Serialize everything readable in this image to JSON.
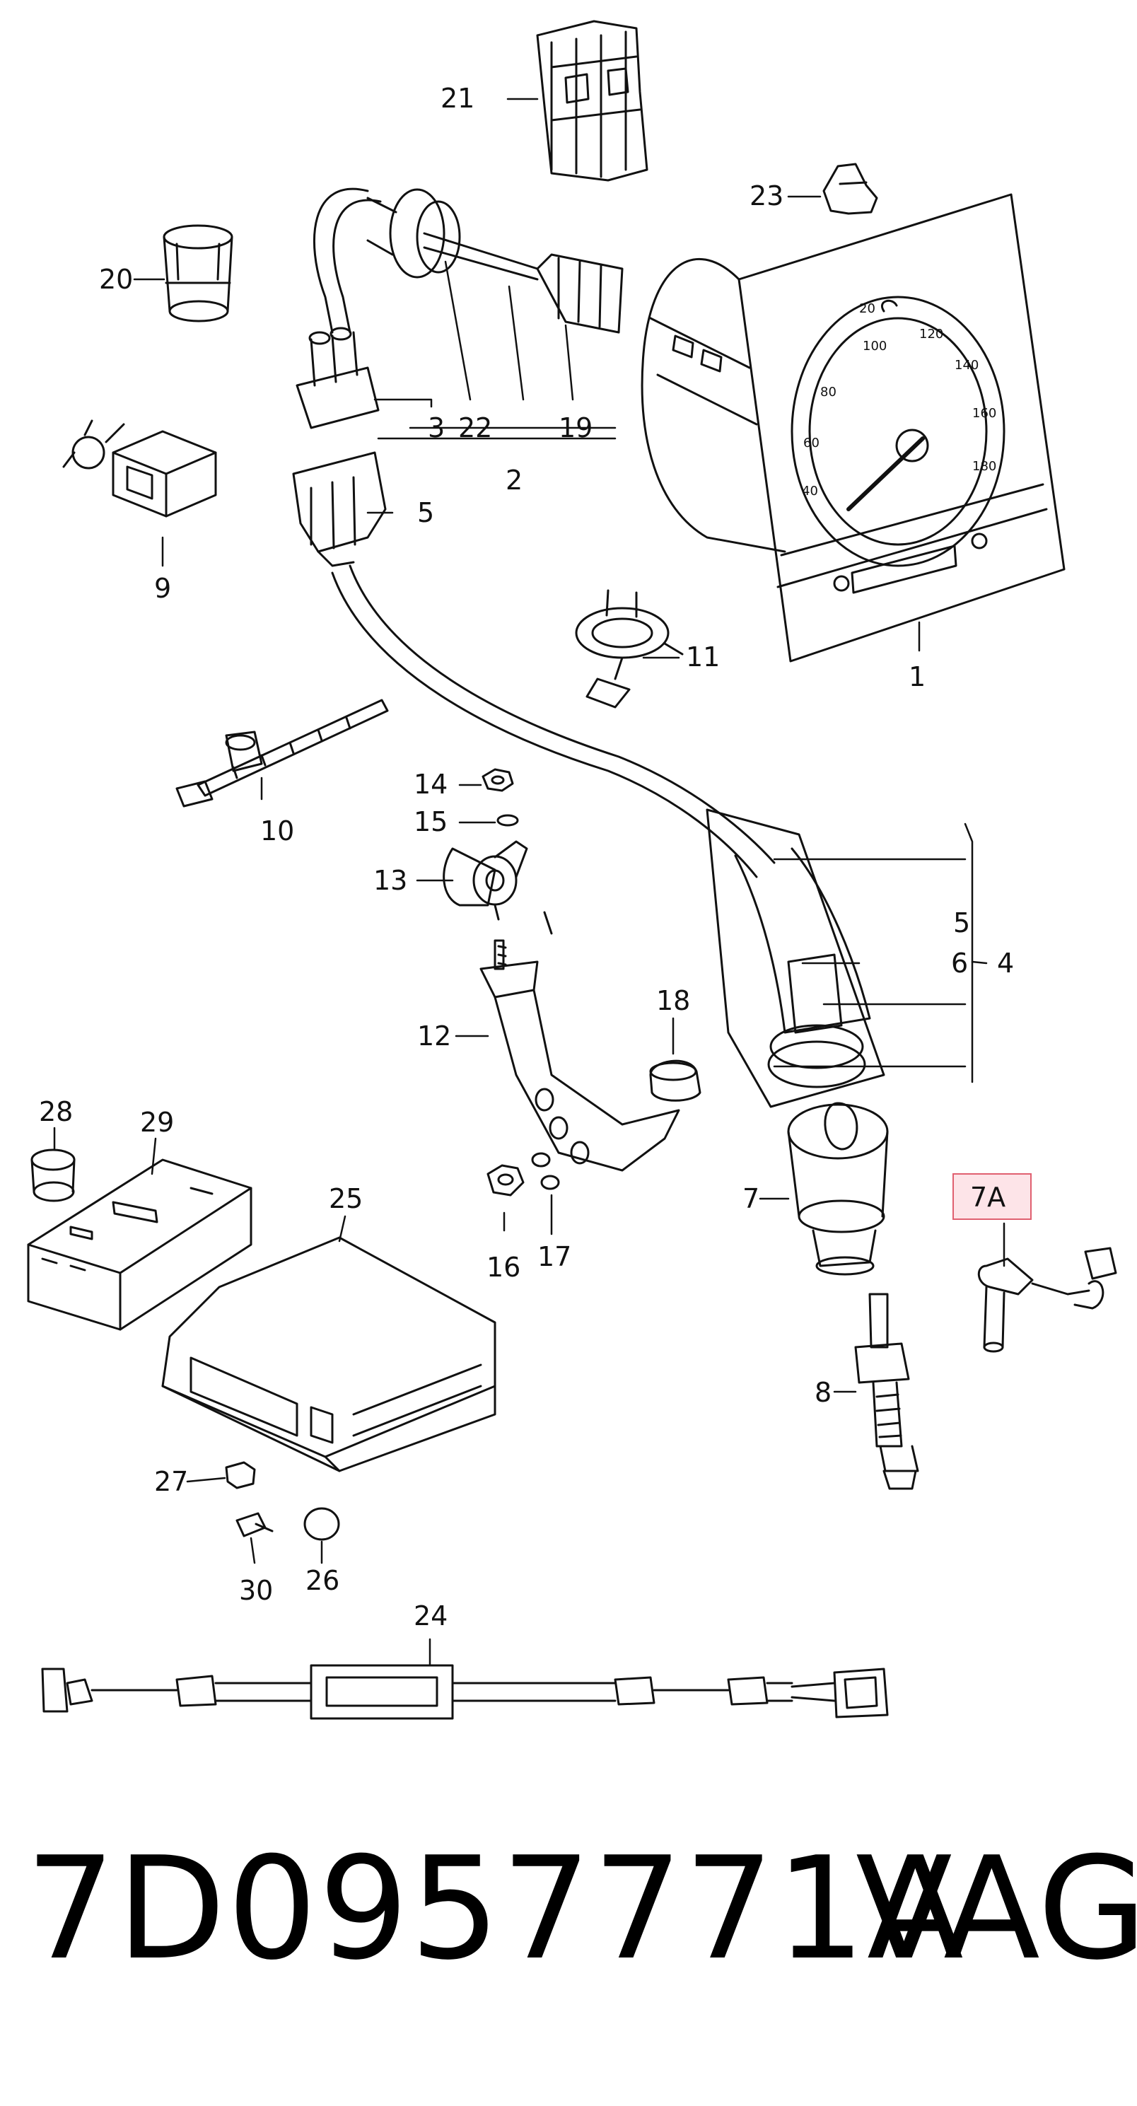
{
  "callouts": {
    "c21": "21",
    "c23": "23",
    "c20": "20",
    "c9": "9",
    "c3": "3",
    "c22": "22",
    "c19": "19",
    "c2": "2",
    "c5a": "5",
    "c11": "11",
    "c1": "1",
    "c10": "10",
    "c14": "14",
    "c15": "15",
    "c13": "13",
    "c5b": "5",
    "c6": "6",
    "c4": "4",
    "c12": "12",
    "c18": "18",
    "c28": "28",
    "c29": "29",
    "c25": "25",
    "c16": "16",
    "c17": "17",
    "c7": "7",
    "c7a": "7A",
    "c8": "8",
    "c27": "27",
    "c26": "26",
    "c30": "30",
    "c24": "24"
  },
  "gauge_ticks": [
    "20",
    "40",
    "60",
    "80",
    "100",
    "120",
    "140",
    "160",
    "180"
  ],
  "highlight_color": "#e06070",
  "footer": {
    "part_number": "7D0957771A",
    "brand": "VAG"
  }
}
